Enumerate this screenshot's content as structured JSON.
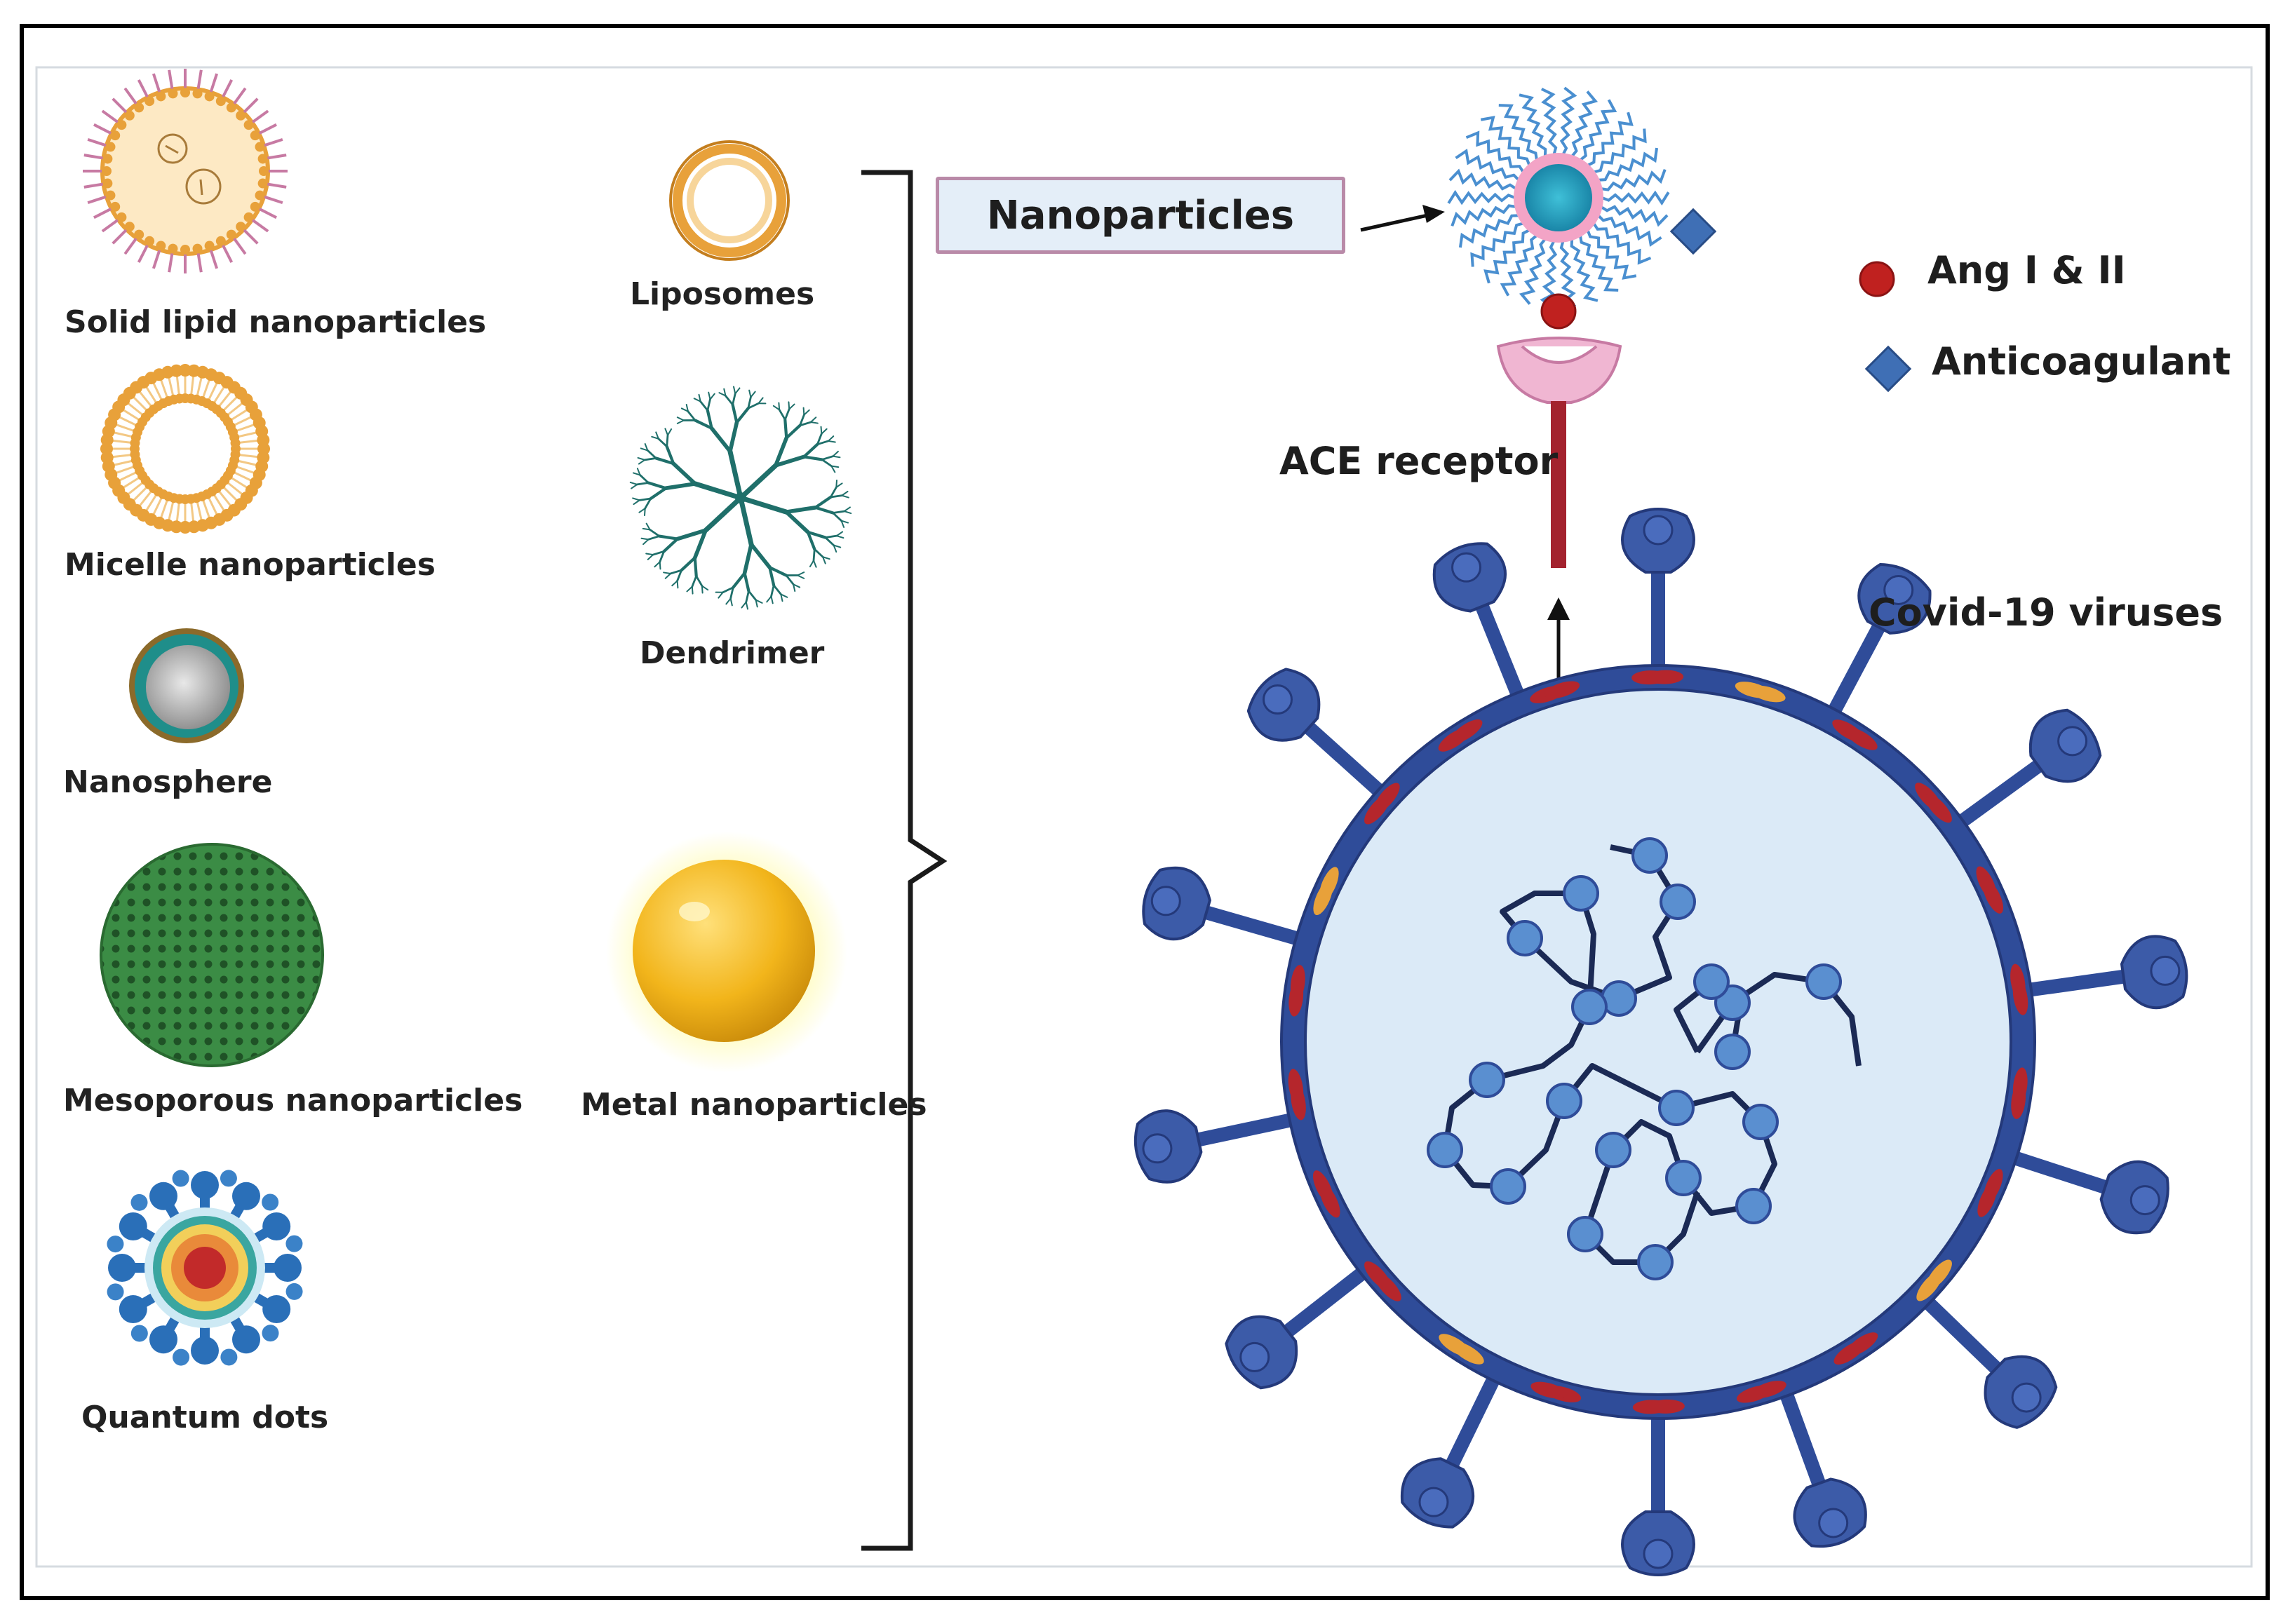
{
  "left_column": {
    "items": [
      {
        "label": "Solid lipid nanoparticles"
      },
      {
        "label": "Micelle nanoparticles"
      },
      {
        "label": "Nanosphere"
      },
      {
        "label": "Mesoporous nanoparticles"
      },
      {
        "label": "Quantum dots"
      }
    ]
  },
  "middle_column": {
    "items": [
      {
        "label": "Liposomes"
      },
      {
        "label": "Dendrimer"
      },
      {
        "label": "Metal nanoparticles"
      }
    ]
  },
  "right": {
    "nanoparticles_label": "Nanoparticles",
    "receptor_label": "ACE receptor",
    "virus_label": "Covid-19 viruses",
    "legend": [
      {
        "label": "Ang I & II",
        "color": "#c0211f",
        "icon": "red-dot-icon"
      },
      {
        "label": "Anticoagulant",
        "color": "#3f6fb5",
        "icon": "blue-diamond-icon"
      }
    ]
  },
  "colors": {
    "lipid_orange": "#e8a13a",
    "virus_blue": "#3c5ba8",
    "virus_fill": "#dbeaf7",
    "receptor_red": "#a3222e",
    "receptor_pink": "#f0b6d2",
    "mesoporous_green": "#2f7d3a",
    "metal_gold": "#f2b51b"
  }
}
